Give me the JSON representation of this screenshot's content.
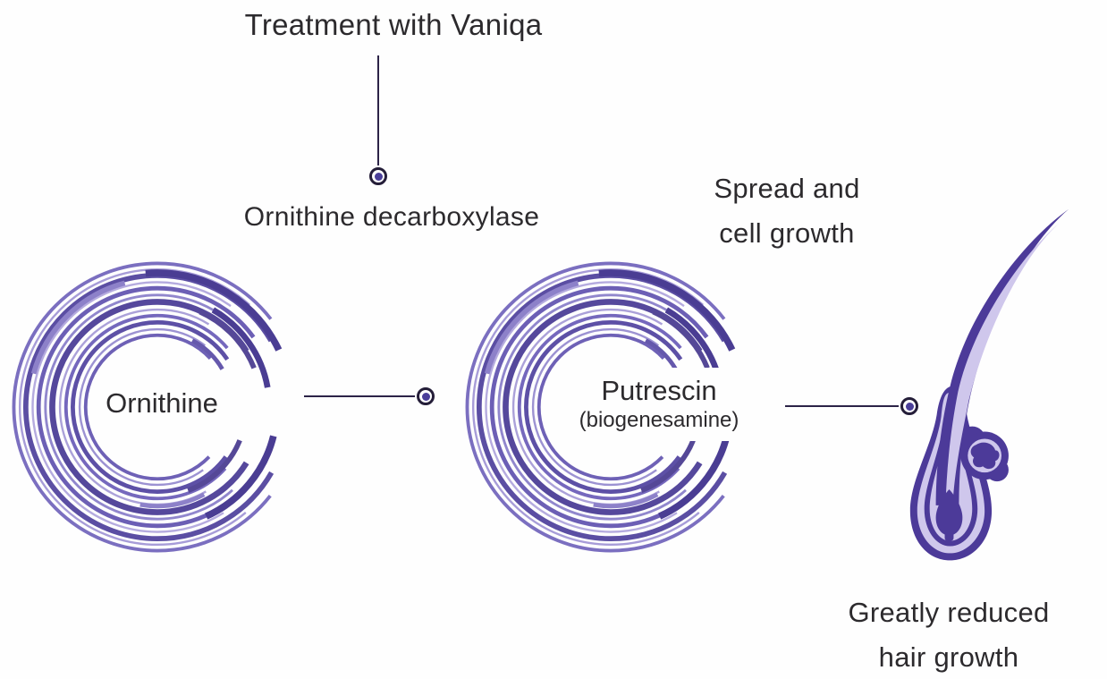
{
  "labels": {
    "treatment": "Treatment with Vaniqa",
    "enzyme": "Ornithine decarboxylase",
    "ornithine": "Ornithine",
    "putrescin": "Putrescin",
    "putrescin_sub": "(biogenesamine)",
    "spread_line1": "Spread and",
    "spread_line2": "cell growth",
    "outcome_line1": "Greatly reduced",
    "outcome_line2": "hair growth"
  },
  "icons": {
    "node_ornithine": "swirl-circle-icon",
    "node_putrescin": "swirl-circle-icon",
    "result": "hair-follicle-icon",
    "connector_end": "dot-marker-icon"
  },
  "colors": {
    "text": "#2c2a2d",
    "line": "#2c2347",
    "dot": "#4a3e99",
    "swirl-dark": "#55489c",
    "swirl-mid": "#6c5fb5",
    "swirl-light": "#a79cd8",
    "follicle-dark": "#4c3a99",
    "follicle-light": "#cfc7ec",
    "bg": "#fefefe"
  }
}
